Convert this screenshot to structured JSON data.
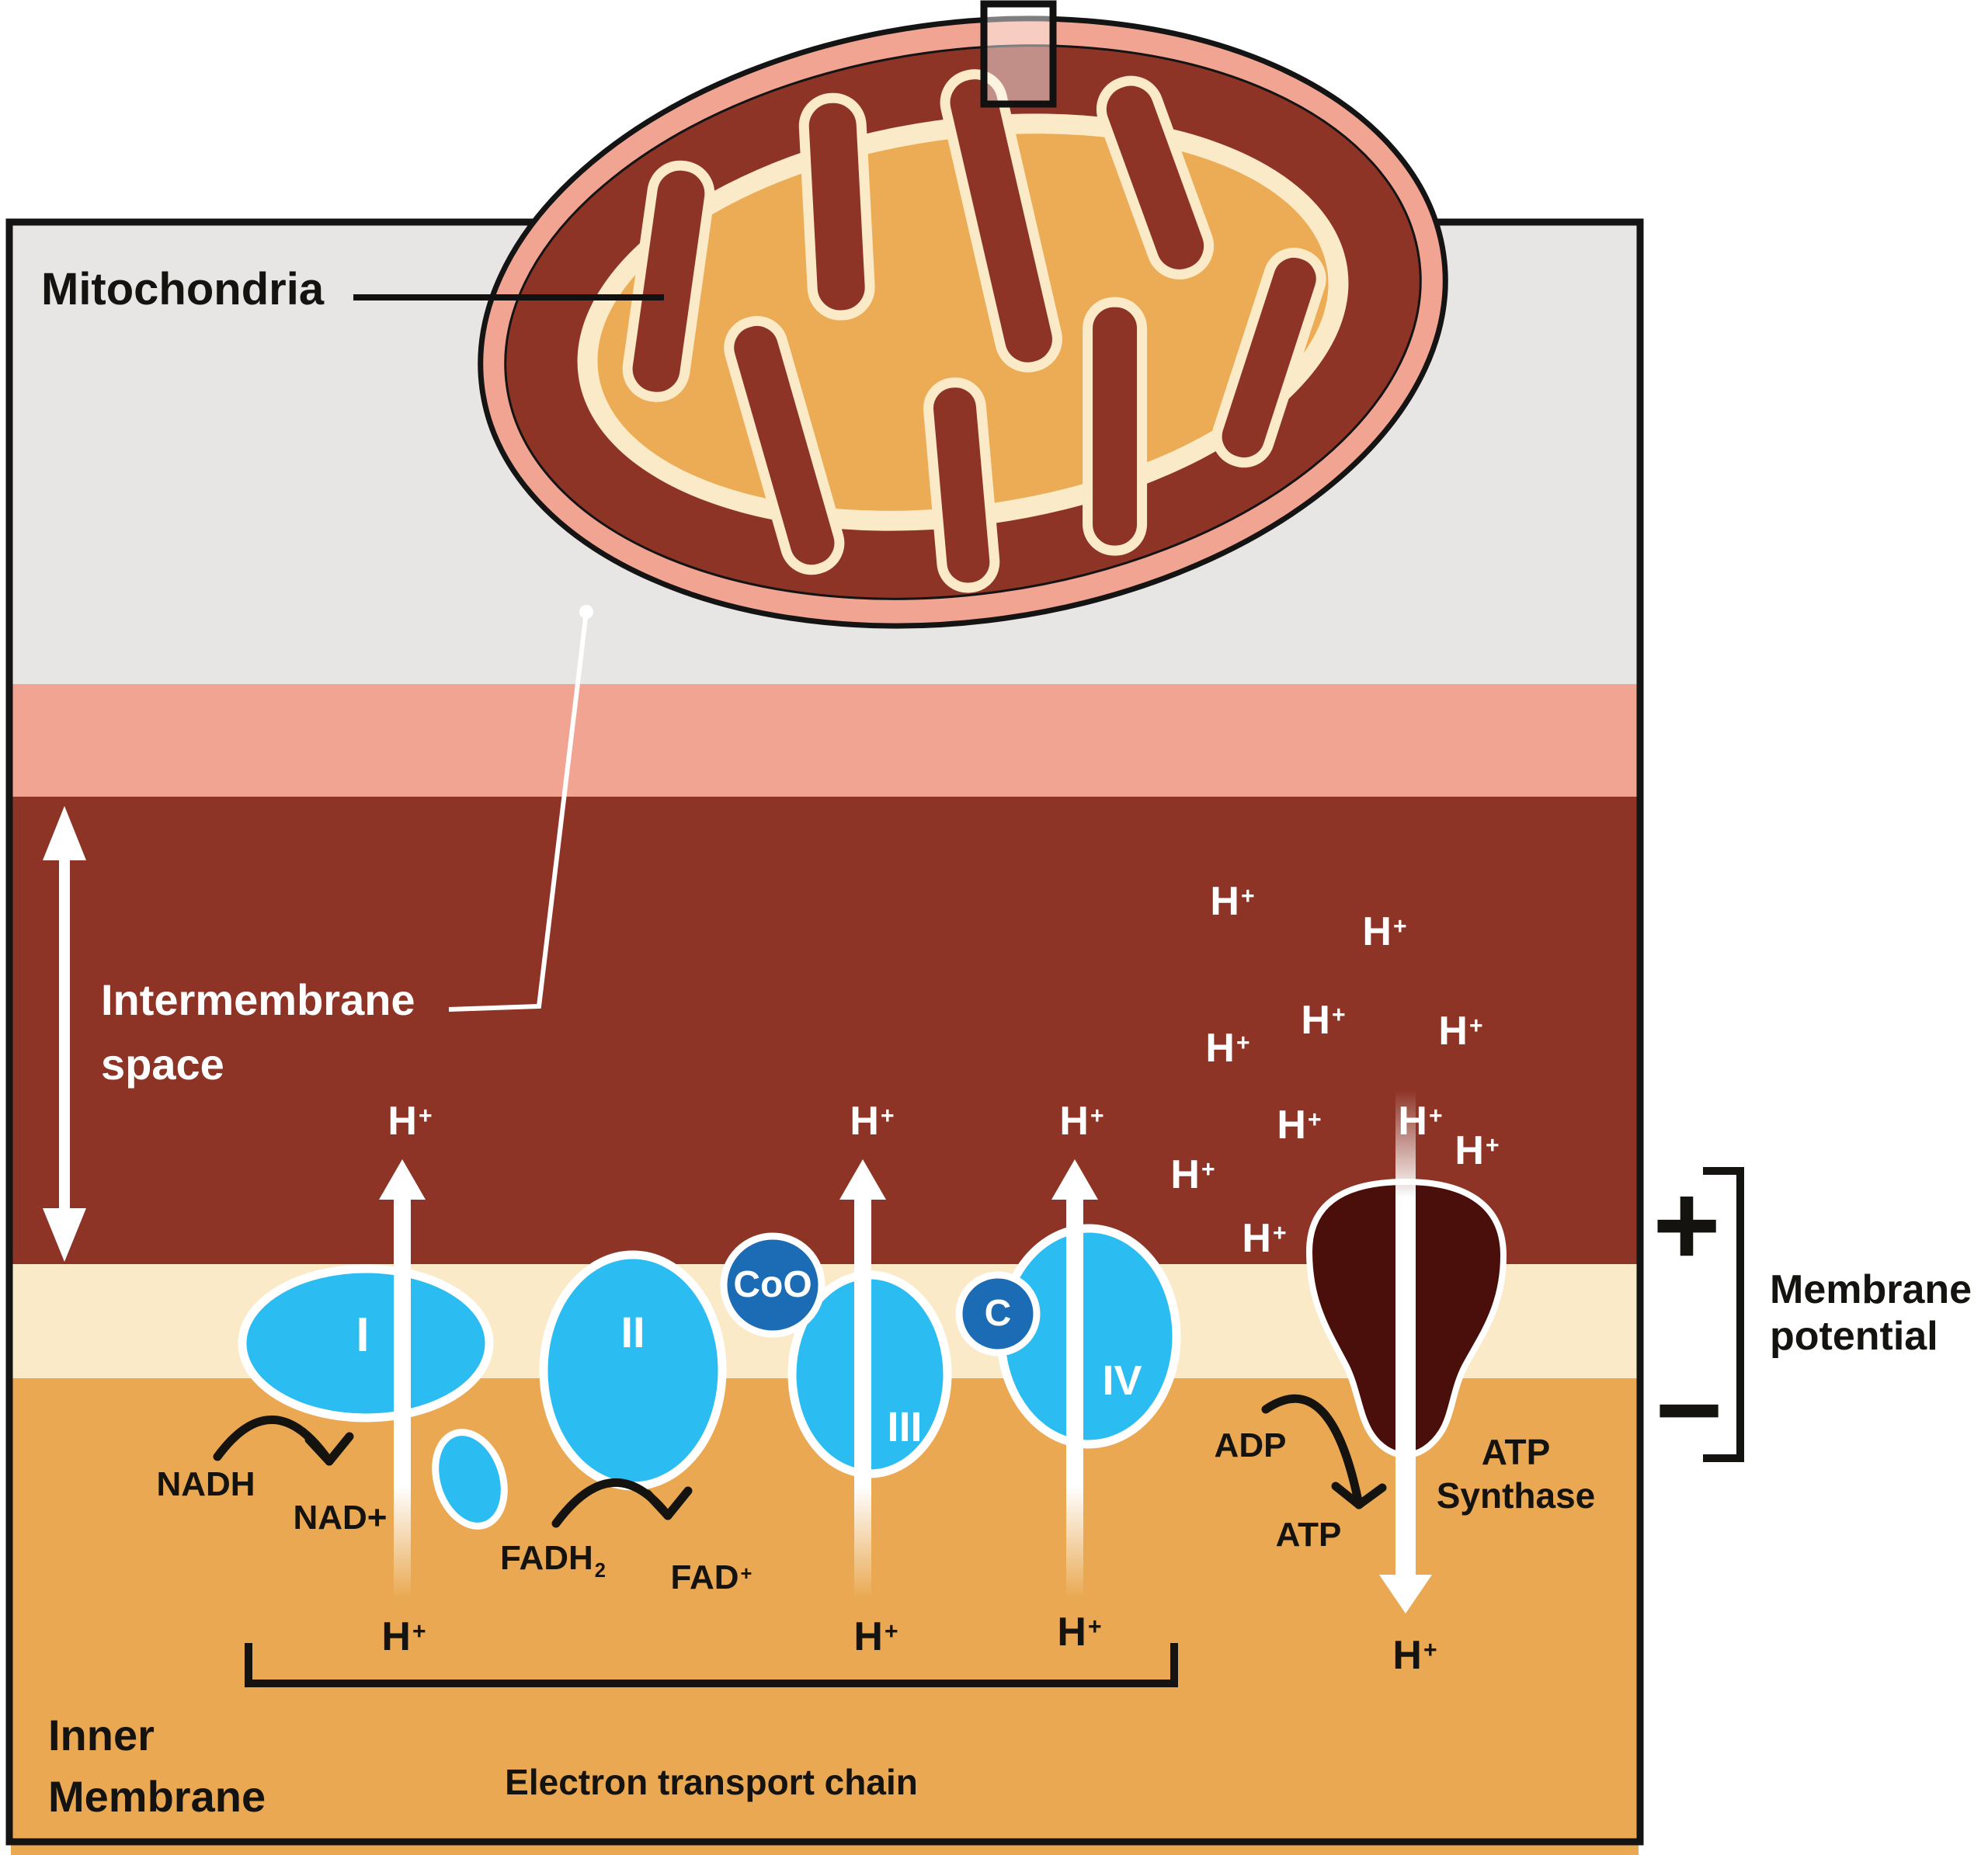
{
  "diagram": {
    "mitochondria_label": "Mitochondria",
    "intermembrane": {
      "l1": "Intermembrane",
      "l2": "space"
    },
    "inner_membrane": {
      "l1": "Inner",
      "l2": "Membrane"
    },
    "etc_label": "Electron transport chain",
    "membrane_potential": {
      "l1": "Membrane",
      "l2": "potential",
      "plus": "+",
      "minus": "−"
    },
    "complexes": {
      "i": "I",
      "ii": "II",
      "iii": "III",
      "iv": "IV",
      "coq": "CoO",
      "cytc": "C",
      "atp_synthase_l1": "ATP",
      "atp_synthase_l2": "Synthase"
    },
    "molecules": {
      "nadh": "NADH",
      "nad_plus": "NAD+",
      "fadh_base": "FADH",
      "fadh_sub": "2",
      "fad_base": "FAD",
      "fad_sup": "+",
      "adp": "ADP",
      "atp": "ATP"
    },
    "proton": {
      "base": "H",
      "sup": "+"
    },
    "colors": {
      "cytosol_gray": "#E8E6E4",
      "outer_membrane_pink": "#F1A491",
      "intermembrane_maroon": "#8E3426",
      "inner_membrane_cream": "#FBEAC8",
      "matrix_orange": "#E9A851",
      "mito_matrix_orange": "#ECAC55",
      "complex_blue": "#2BBCF2",
      "carrier_dark_blue": "#1B6CB5",
      "atp_synthase_dark": "#4A0F0B"
    }
  }
}
